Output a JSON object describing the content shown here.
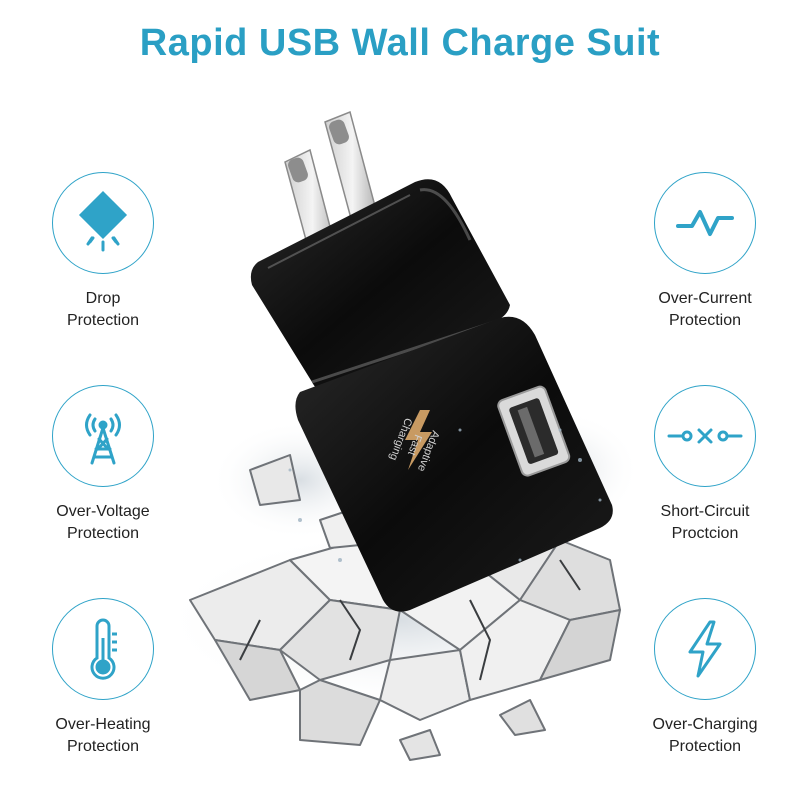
{
  "title": "Rapid USB Wall Charge Suit",
  "accent_color": "#2fa3c8",
  "features": {
    "drop": {
      "icon": "drop-diamond-icon",
      "line1": "Drop",
      "line2": "Protection"
    },
    "over_voltage": {
      "icon": "tower-signal-icon",
      "line1": "Over-Voltage",
      "line2": "Protection"
    },
    "over_heating": {
      "icon": "thermometer-icon",
      "line1": "Over-Heating",
      "line2": "Protection"
    },
    "over_current": {
      "icon": "pulse-wave-icon",
      "line1": "Over-Current",
      "line2": "Protection"
    },
    "short_circuit": {
      "icon": "circuit-break-icon",
      "line1": "Short-Circuit",
      "line2": "Proctcion"
    },
    "over_charging": {
      "icon": "lightning-bolt-icon",
      "line1": "Over-Charging",
      "line2": "Protection"
    }
  },
  "charger": {
    "line1": "Adaptive",
    "line2": "Fast",
    "line3": "Charging"
  }
}
